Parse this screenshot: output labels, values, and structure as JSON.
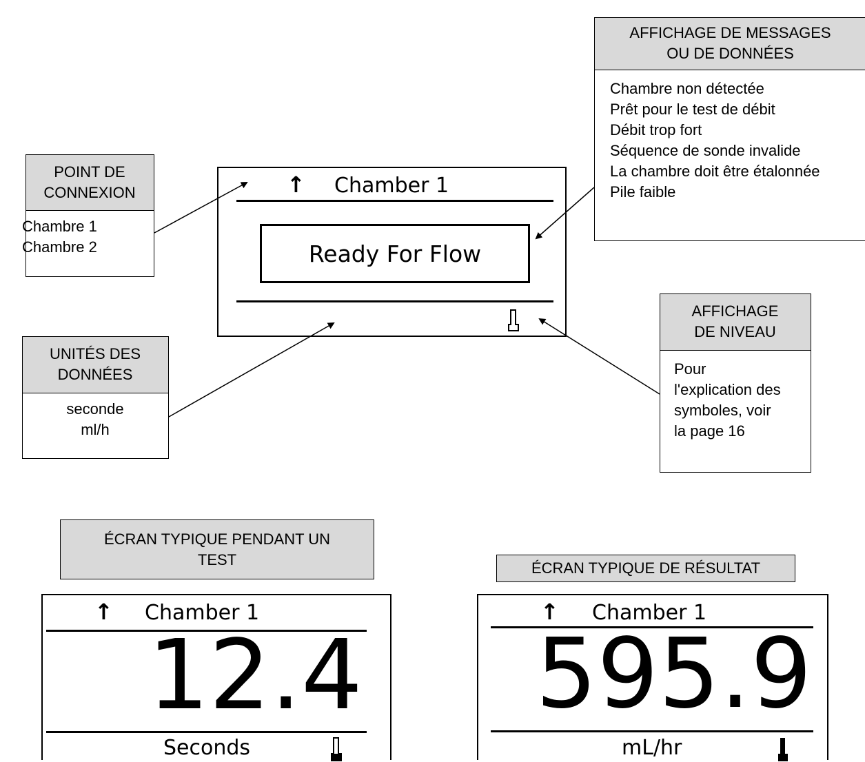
{
  "callouts": {
    "messages": {
      "header": [
        "AFFICHAGE DE MESSAGES",
        "OU DE DONNÉES"
      ],
      "items": [
        "Chambre non détectée",
        "Prêt pour le test de débit",
        "Débit trop fort",
        "Séquence de sonde invalide",
        "La chambre doit être étalonnée",
        "Pile faible"
      ]
    },
    "connection": {
      "header": [
        "POINT DE",
        "CONNEXION"
      ],
      "items": [
        "Chambre 1",
        "Chambre 2"
      ]
    },
    "units": {
      "header": [
        "UNITÉS DES",
        "DONNÉES"
      ],
      "items": [
        "seconde",
        "ml/h"
      ]
    },
    "level": {
      "header": [
        "AFFICHAGE",
        "DE NIVEAU"
      ],
      "items": [
        "Pour",
        "l'explication des",
        "symboles, voir",
        "la page 16"
      ]
    }
  },
  "main_screen": {
    "arrow": "↑",
    "chamber": "Chamber 1",
    "message": "Ready For Flow",
    "icon": "level-outline-icon"
  },
  "test_screen": {
    "title": "ÉCRAN TYPIQUE PENDANT UN TEST",
    "arrow": "↑",
    "chamber": "Chamber 1",
    "value": "12.4",
    "unit": "Seconds",
    "icon": "level-partial-icon"
  },
  "result_screen": {
    "title": "ÉCRAN TYPIQUE DE RÉSULTAT",
    "arrow": "↑",
    "chamber": "Chamber 1",
    "value": "595.9",
    "unit": "mL/hr",
    "icon": "level-full-icon"
  }
}
